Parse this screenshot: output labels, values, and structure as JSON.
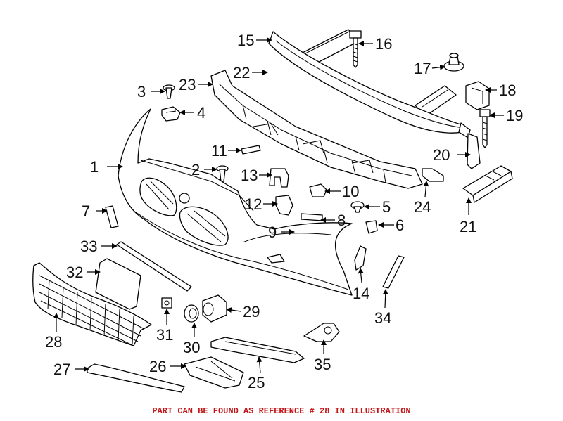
{
  "diagram": {
    "colors": {
      "line": "#000000",
      "label": "#111111",
      "note": "#c0171b",
      "background": "#ffffff"
    },
    "callouts": {
      "c1": "1",
      "c2": "2",
      "c3": "3",
      "c4": "4",
      "c5": "5",
      "c6": "6",
      "c7": "7",
      "c8": "8",
      "c9": "9",
      "c10": "10",
      "c11": "11",
      "c12": "12",
      "c13": "13",
      "c14": "14",
      "c15": "15",
      "c16": "16",
      "c17": "17",
      "c18": "18",
      "c19": "19",
      "c20": "20",
      "c21": "21",
      "c22": "22",
      "c23": "23",
      "c24": "24",
      "c25": "25",
      "c26": "26",
      "c27": "27",
      "c28": "28",
      "c29": "29",
      "c30": "30",
      "c31": "31",
      "c32": "32",
      "c33": "33",
      "c34": "34",
      "c35": "35"
    },
    "note": "PART CAN BE FOUND AS REFERENCE # 28 IN ILLUSTRATION"
  }
}
